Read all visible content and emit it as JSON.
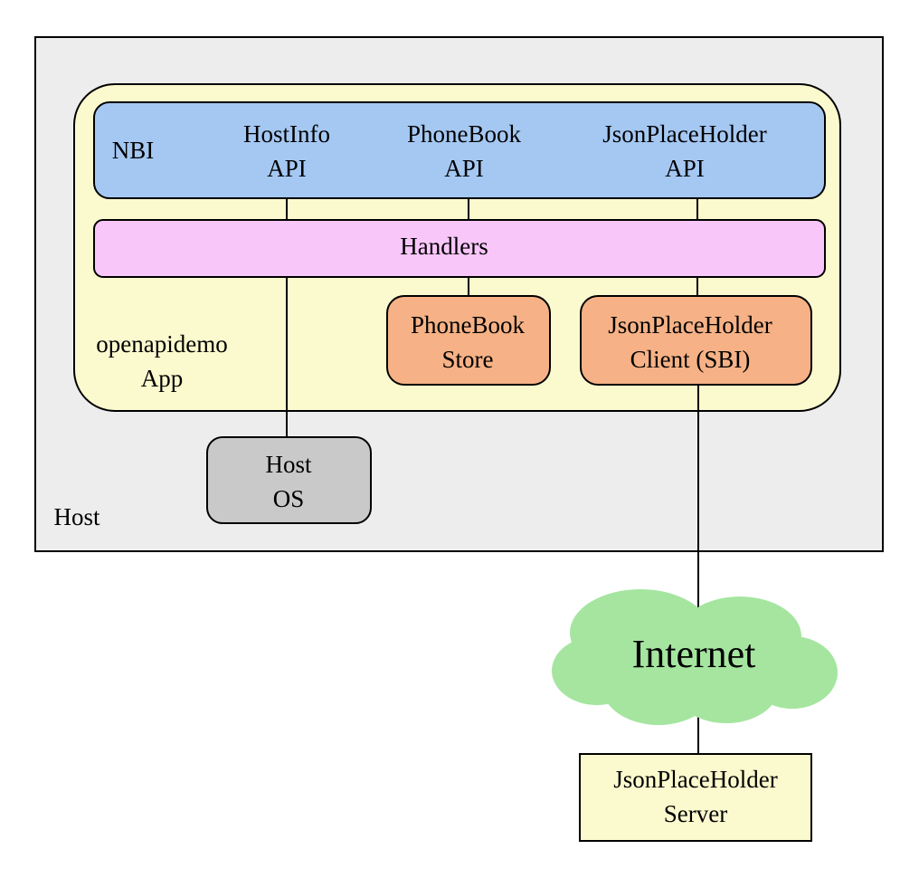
{
  "colors": {
    "host_bg": "#ededed",
    "app_bg": "#fbface",
    "api_bg": "#a5c8f3",
    "handlers_bg": "#f9c6fa",
    "component_bg": "#f6b286",
    "os_bg": "#c9c9c9",
    "cloud_bg": "#a5e5a0",
    "border": "#000000"
  },
  "host": {
    "label": "Host"
  },
  "app": {
    "line1": "openapidemo",
    "line2": "App"
  },
  "nbi": {
    "label": "NBI"
  },
  "apis": [
    {
      "line1": "HostInfo",
      "line2": "API"
    },
    {
      "line1": "PhoneBook",
      "line2": "API"
    },
    {
      "line1": "JsonPlaceHolder",
      "line2": "API"
    }
  ],
  "handlers": {
    "label": "Handlers"
  },
  "store": {
    "line1": "PhoneBook",
    "line2": "Store"
  },
  "client": {
    "line1": "JsonPlaceHolder",
    "line2": "Client (SBI)"
  },
  "host_os": {
    "line1": "Host",
    "line2": "OS"
  },
  "internet": {
    "label": "Internet"
  },
  "server": {
    "line1": "JsonPlaceHolder",
    "line2": "Server"
  }
}
